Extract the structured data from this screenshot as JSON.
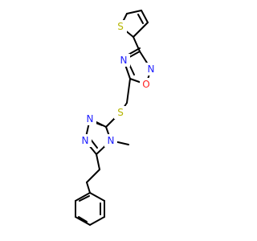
{
  "atoms": {
    "s_thiophene": {
      "symbol": "S",
      "color": "#b5b500"
    },
    "n_oxadiazole_top": {
      "symbol": "N",
      "color": "#2020ff"
    },
    "n_oxadiazole_left": {
      "symbol": "N",
      "color": "#2020ff"
    },
    "o_oxadiazole": {
      "symbol": "O",
      "color": "#ff2020"
    },
    "s_thioether": {
      "symbol": "S",
      "color": "#b5b500"
    },
    "n_triazole_top": {
      "symbol": "N",
      "color": "#2020ff"
    },
    "n_triazole_bottom": {
      "symbol": "N",
      "color": "#2020ff"
    },
    "n_triazole_methyl": {
      "symbol": "N",
      "color": "#2020ff"
    }
  },
  "methyl_label": "CH3"
}
